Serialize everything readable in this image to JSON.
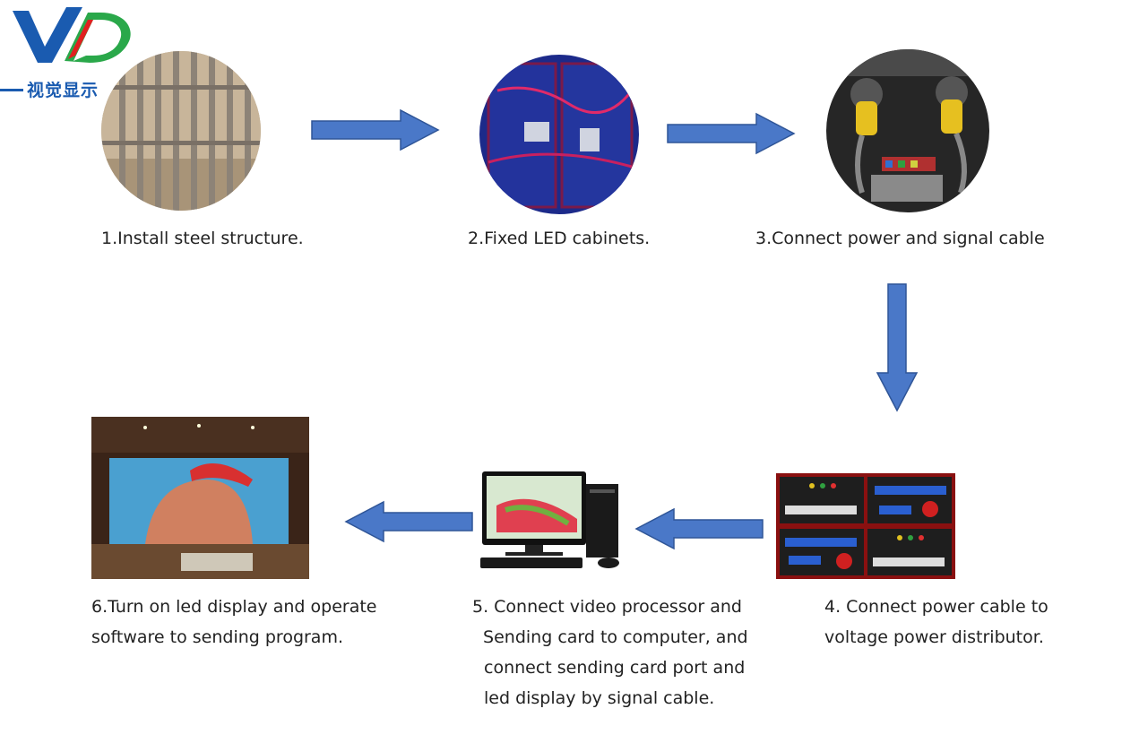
{
  "logo": {
    "mark": "VD",
    "text": "视觉显示"
  },
  "steps": [
    {
      "caption": "1.Install steel structure."
    },
    {
      "caption": "2.Fixed LED cabinets."
    },
    {
      "caption": "3.Connect power and signal cable"
    },
    {
      "caption_lines": [
        "4. Connect power cable to",
        "voltage power distributor."
      ]
    },
    {
      "caption_lines": [
        "5. Connect video processor and",
        " Sending card to computer, and",
        "connect sending card port and",
        "led display by signal cable."
      ]
    },
    {
      "caption_lines": [
        "6.Turn on led display and operate",
        "software to sending program."
      ]
    }
  ],
  "colors": {
    "arrow": "#4a78c8",
    "arrow_edge": "#2f5597",
    "logo_blue": "#1a5bb0",
    "logo_red": "#e02020",
    "logo_green": "#2aa84a"
  }
}
